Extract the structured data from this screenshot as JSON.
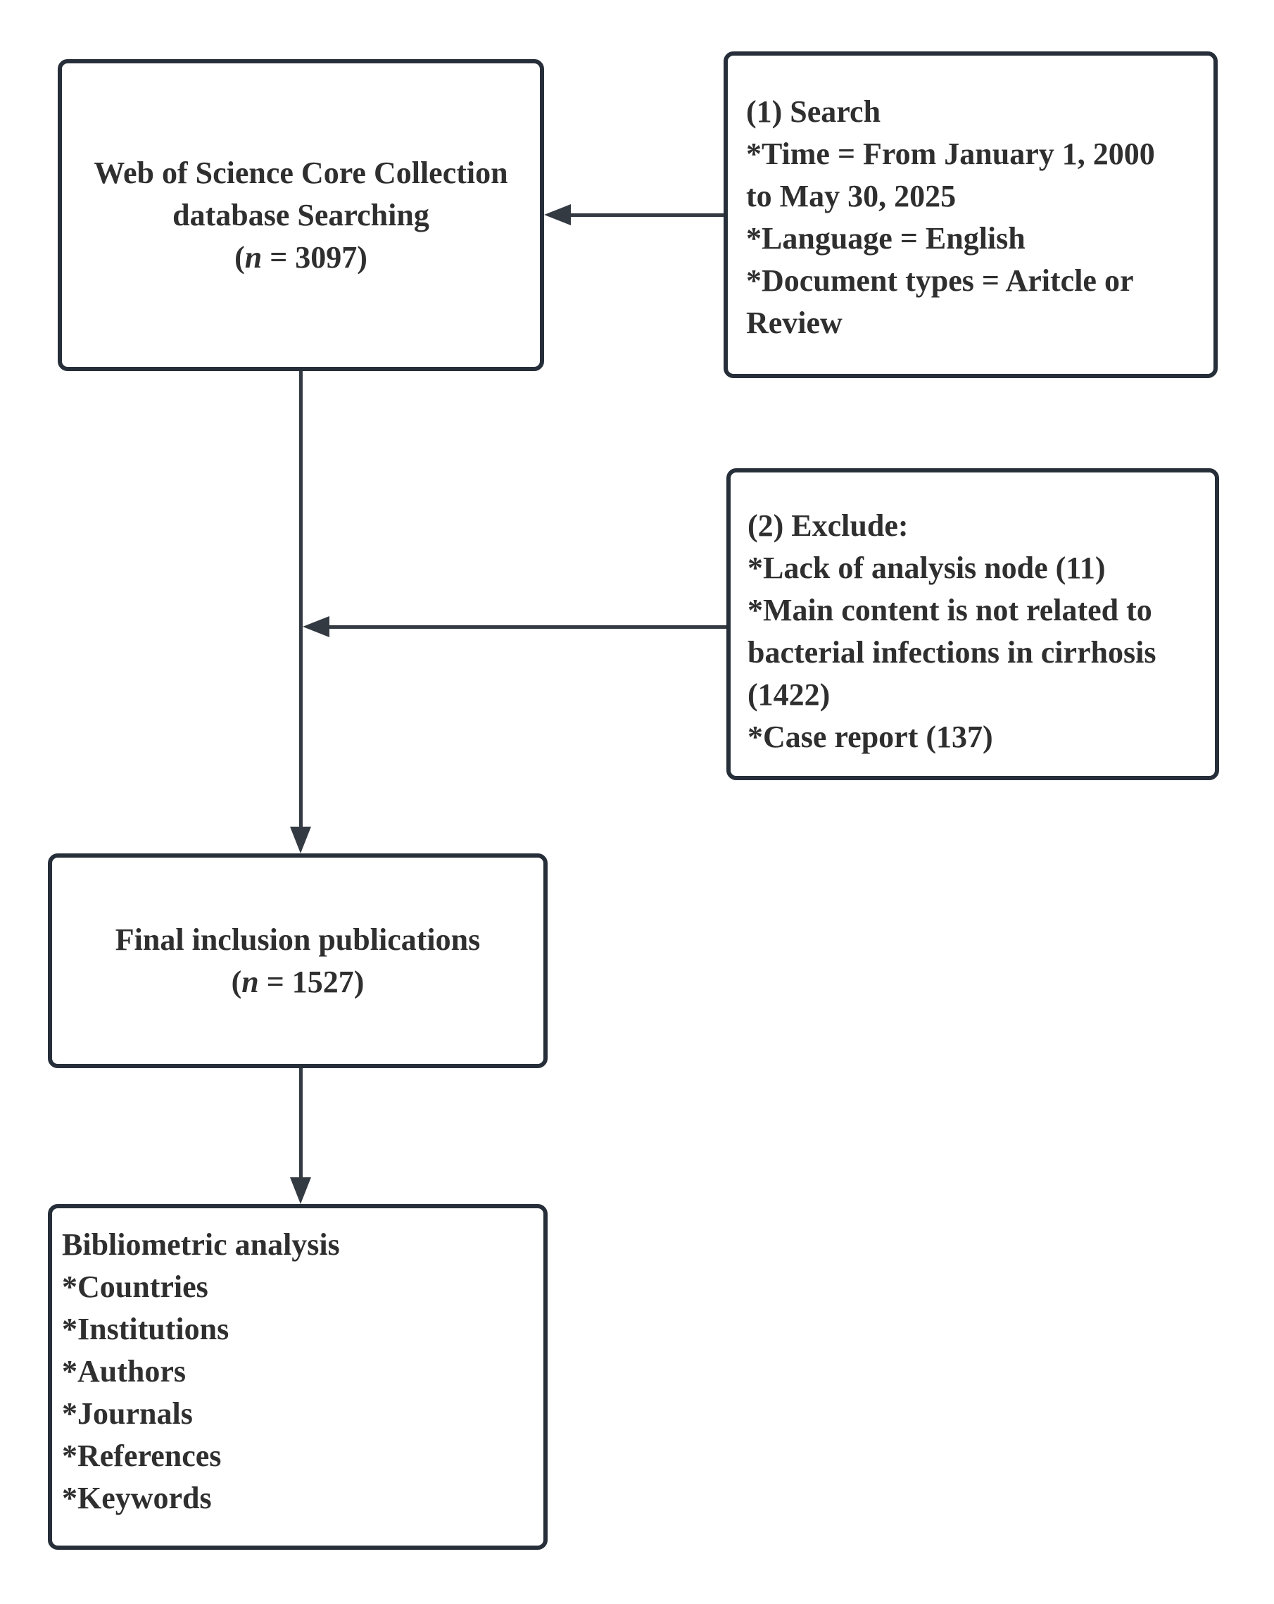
{
  "figure": {
    "type": "flow-diagram",
    "description": "Literature screening flowchart for bibliometric analysis",
    "colors": {
      "border": "#262e39",
      "arrow": "#343a42",
      "text": "#2f2f2f",
      "background": "#ffffff"
    }
  },
  "boxes": {
    "wos": {
      "lines": [
        "Web of Science Core Collection",
        "database Searching"
      ],
      "count": {
        "open": "(",
        "var": "n",
        "rest": " = 3097)"
      }
    },
    "search": {
      "lines": [
        "(1) Search",
        "*Time = From January 1, 2000",
        "to May 30, 2025",
        "*Language = English",
        "*Document types = Aritcle or",
        "Review"
      ]
    },
    "exclude": {
      "lines": [
        "(2) Exclude:",
        "*Lack of analysis node (11)",
        "*Main content is not related to",
        "bacterial infections in cirrhosis",
        "(1422)",
        "*Case report (137)"
      ]
    },
    "final": {
      "lines": [
        "Final inclusion publications"
      ],
      "count": {
        "open": "(",
        "var": "n",
        "rest": " = 1527)"
      }
    },
    "biblio": {
      "lines": [
        "Bibliometric analysis",
        "*Countries",
        "*Institutions",
        "*Authors",
        "*Journals",
        "*References",
        "*Keywords"
      ]
    }
  }
}
